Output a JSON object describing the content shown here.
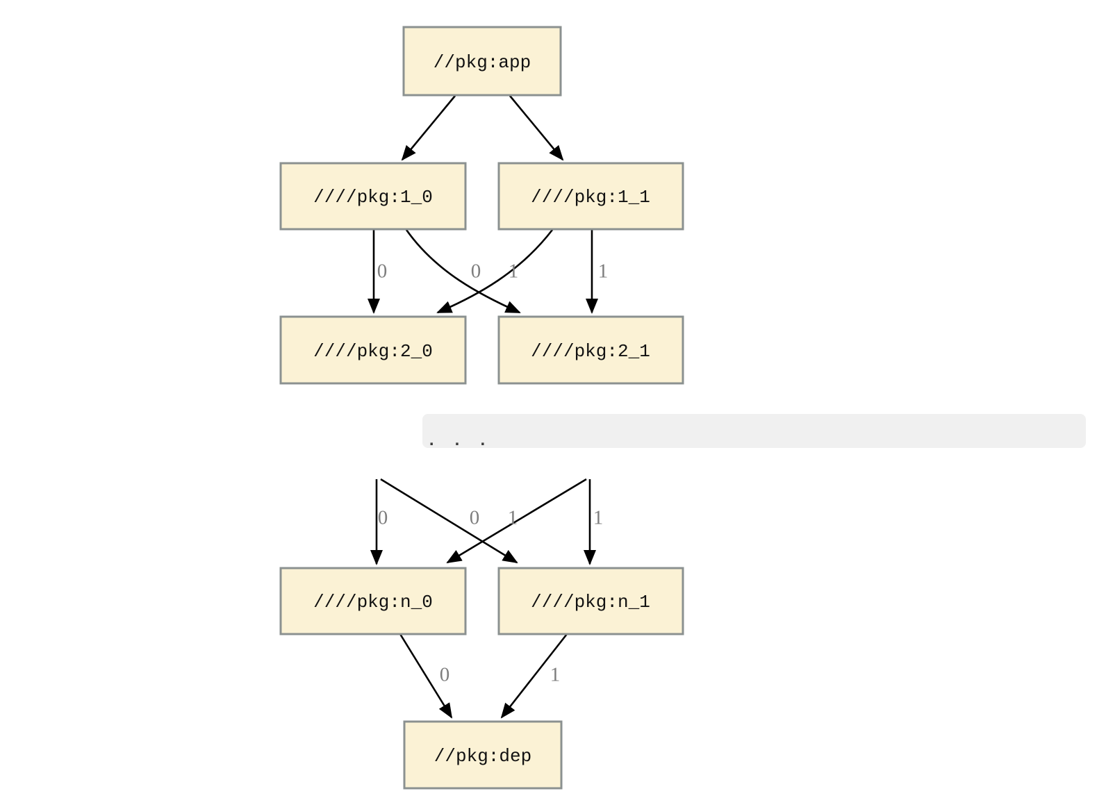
{
  "diagram": {
    "type": "dependency-graph",
    "description_visible_text_only": true,
    "nodes": {
      "app": {
        "label": "//pkg:app"
      },
      "v1_0": {
        "label": "////pkg:1_0"
      },
      "v1_1": {
        "label": "////pkg:1_1"
      },
      "v2_0": {
        "label": "////pkg:2_0"
      },
      "v2_1": {
        "label": "////pkg:2_1"
      },
      "vn_0": {
        "label": "////pkg:n_0"
      },
      "vn_1": {
        "label": "////pkg:n_1"
      },
      "dep": {
        "label": "//pkg:dep"
      }
    },
    "ellipsis": ". . .",
    "edges": [
      {
        "from": "//pkg:app",
        "to": "////pkg:1_0",
        "label": ""
      },
      {
        "from": "//pkg:app",
        "to": "////pkg:1_1",
        "label": ""
      },
      {
        "from": "////pkg:1_0",
        "to": "////pkg:2_0",
        "label": "0"
      },
      {
        "from": "////pkg:1_1",
        "to": "////pkg:2_0",
        "label": "0"
      },
      {
        "from": "////pkg:1_0",
        "to": "////pkg:2_1",
        "label": "1"
      },
      {
        "from": "////pkg:1_1",
        "to": "////pkg:2_1",
        "label": "1"
      },
      {
        "from": "…",
        "to": "////pkg:n_0",
        "label": "0"
      },
      {
        "from": "…",
        "to": "////pkg:n_0",
        "label": "0"
      },
      {
        "from": "…",
        "to": "////pkg:n_1",
        "label": "1"
      },
      {
        "from": "…",
        "to": "////pkg:n_1",
        "label": "1"
      },
      {
        "from": "////pkg:n_0",
        "to": "//pkg:dep",
        "label": "0"
      },
      {
        "from": "////pkg:n_1",
        "to": "//pkg:dep",
        "label": "1"
      }
    ],
    "colors": {
      "node_fill": "#fbf2d5",
      "node_border": "#8b9190",
      "edge": "#000000",
      "edge_label": "#7e7e7e",
      "ellipsis_band": "#f0f0f0",
      "ellipsis_dots": "#3b3b3b",
      "background": "#ffffff"
    }
  }
}
